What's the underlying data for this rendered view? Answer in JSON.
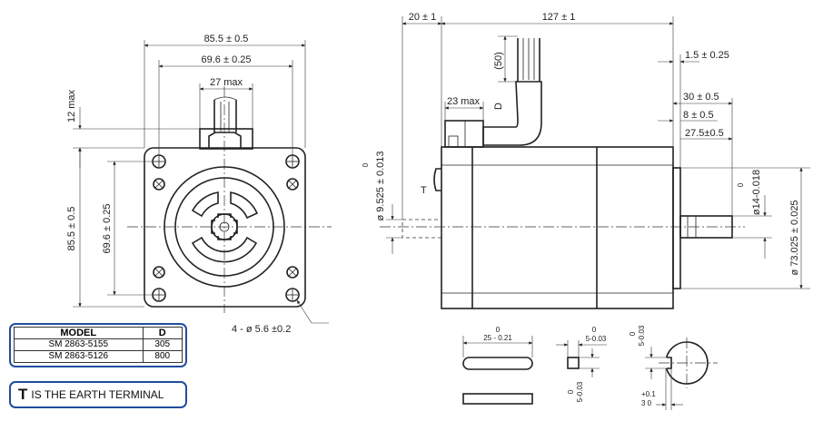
{
  "front_view": {
    "dim_top_overall": "85.5 ± 0.5",
    "dim_top_holes": "69.6 ± 0.25",
    "dim_connector_width": "27 max",
    "dim_connector_height": "12 max",
    "dim_left_overall": "85.5 ± 0.5",
    "dim_left_holes": "69.6 ± 0.25",
    "dim_holes_callout": "4 - ø 5.6 ±0.2"
  },
  "side_view": {
    "dim_rear_shaft": "20 ± 1",
    "dim_body_length": "127 ± 1",
    "dim_cable": "(50)",
    "dim_connector_depth": "23 max",
    "label_d": "D",
    "dim_flange": "1.5 ± 0.25",
    "dim_shaft_length": "30 ± 0.5",
    "dim_pilot": "8 ± 0.5",
    "dim_key_length": "27.5±0.5",
    "dim_rear_shaft_dia_sup": "0",
    "dim_rear_shaft_dia": "ø 9.525 ± 0.013",
    "dim_shaft_dia_sup": "0",
    "dim_shaft_dia": "ø14-0.018",
    "dim_pilot_dia": "ø 73.025 ± 0.025",
    "label_t": "T"
  },
  "key_detail": {
    "key_length_sup": "0",
    "key_length": "25 - 0.21",
    "key_width_sup": "0",
    "key_width": "5-0.03",
    "key_height_sup": "0",
    "key_height": "5-0.03",
    "keyway_width_sup": "0",
    "keyway_width": "5-0.03",
    "keyway_depth_sup": "+0.1",
    "keyway_depth": "3 0"
  },
  "model_table": {
    "header_model": "MODEL",
    "header_d": "D",
    "rows": [
      {
        "model": "SM 2863-5155",
        "d": "305"
      },
      {
        "model": "SM 2863-5126",
        "d": "800"
      }
    ]
  },
  "earth_note": {
    "symbol": "T",
    "text": "IS THE EARTH TERMINAL"
  },
  "colors": {
    "frame_border": "#1f4e9c",
    "line": "#222222",
    "background": "#ffffff"
  }
}
